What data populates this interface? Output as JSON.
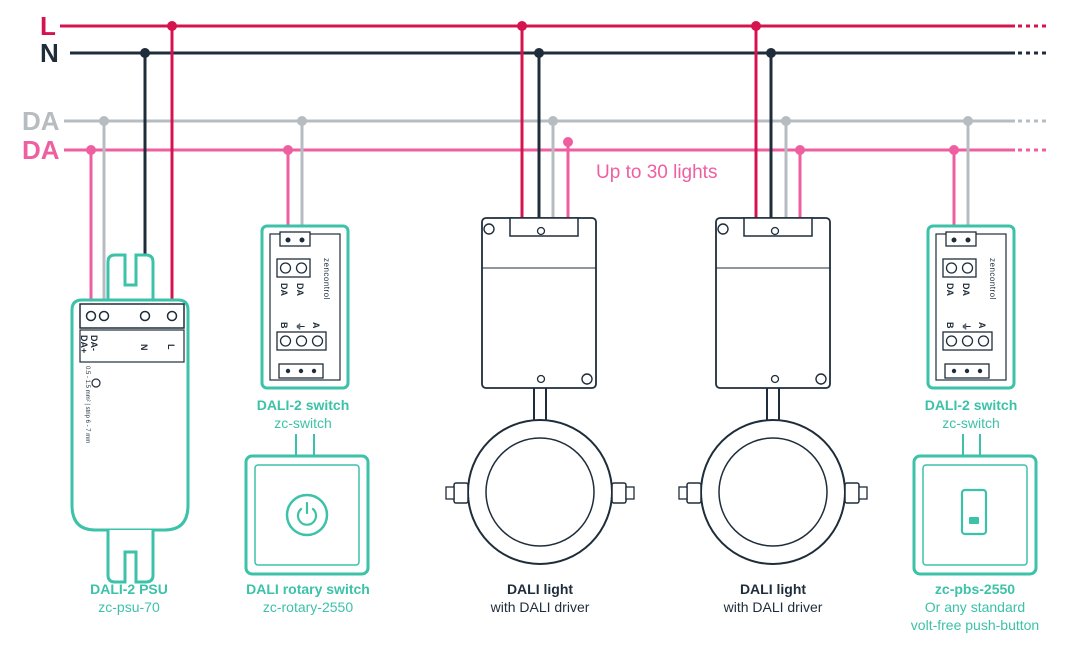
{
  "colors": {
    "live": "#d5144f",
    "neutral": "#1f2d3a",
    "da_grey": "#b7bcc1",
    "da_pink": "#ef5fa0",
    "device": "#3cc2a8",
    "body_dark": "#1f2d3a"
  },
  "buses": {
    "live_label": "L",
    "neutral_label": "N",
    "da_grey_label": "DA",
    "da_pink_label": "DA"
  },
  "note": "Up to 30 lights",
  "psu": {
    "title": "DALI-2 PSU",
    "model": "zc-psu-70",
    "term_da_minus": "DA-",
    "term_da_plus": "DA+",
    "term_n": "N",
    "term_l": "L",
    "spec": "0.5 - 1.5 mm² | strip 6 - 7 mm"
  },
  "switch1": {
    "title": "DALI-2 switch",
    "model": "zc-switch",
    "brand": "zencontrol",
    "term_da1": "DA",
    "term_da2": "DA",
    "term_b": "B",
    "term_gnd": "⏚",
    "term_a": "A"
  },
  "rotary": {
    "title": "DALI rotary switch",
    "model": "zc-rotary-2550"
  },
  "light1": {
    "title": "DALI light",
    "subtitle": "with DALI driver"
  },
  "light2": {
    "title": "DALI light",
    "subtitle": "with DALI driver"
  },
  "switch2": {
    "title": "DALI-2 switch",
    "model": "zc-switch",
    "brand": "zencontrol",
    "term_da1": "DA",
    "term_da2": "DA",
    "term_b": "B",
    "term_gnd": "⏚",
    "term_a": "A"
  },
  "pushbutton": {
    "title": "zc-pbs-2550",
    "line1": "Or any standard",
    "line2": "volt-free push-button"
  }
}
